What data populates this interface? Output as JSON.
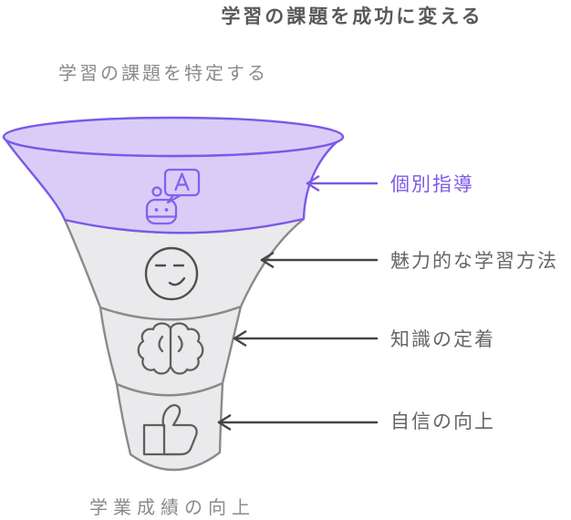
{
  "title": "学習の課題を成功に変える",
  "funnel": {
    "top_label": "学習の課題を特定する",
    "bottom_label": "学業成績の向上",
    "stages": [
      {
        "label": "個別指導",
        "icon": "robot-chat-icon",
        "color": "#7b59e8"
      },
      {
        "label": "魅力的な学習方法",
        "icon": "smiley-face-icon",
        "color": "#666666"
      },
      {
        "label": "知識の定着",
        "icon": "brain-icon",
        "color": "#666666"
      },
      {
        "label": "自信の向上",
        "icon": "thumbs-up-icon",
        "color": "#666666"
      }
    ]
  },
  "colors": {
    "accent_purple": "#7b59e8",
    "purple_fill": "#d9cdf7",
    "gray_fill": "#eaeaec",
    "gray_stroke": "#8a8a8a",
    "arrow_dark": "#454545",
    "title_text": "#595959",
    "muted_text": "#8b8b8b"
  }
}
